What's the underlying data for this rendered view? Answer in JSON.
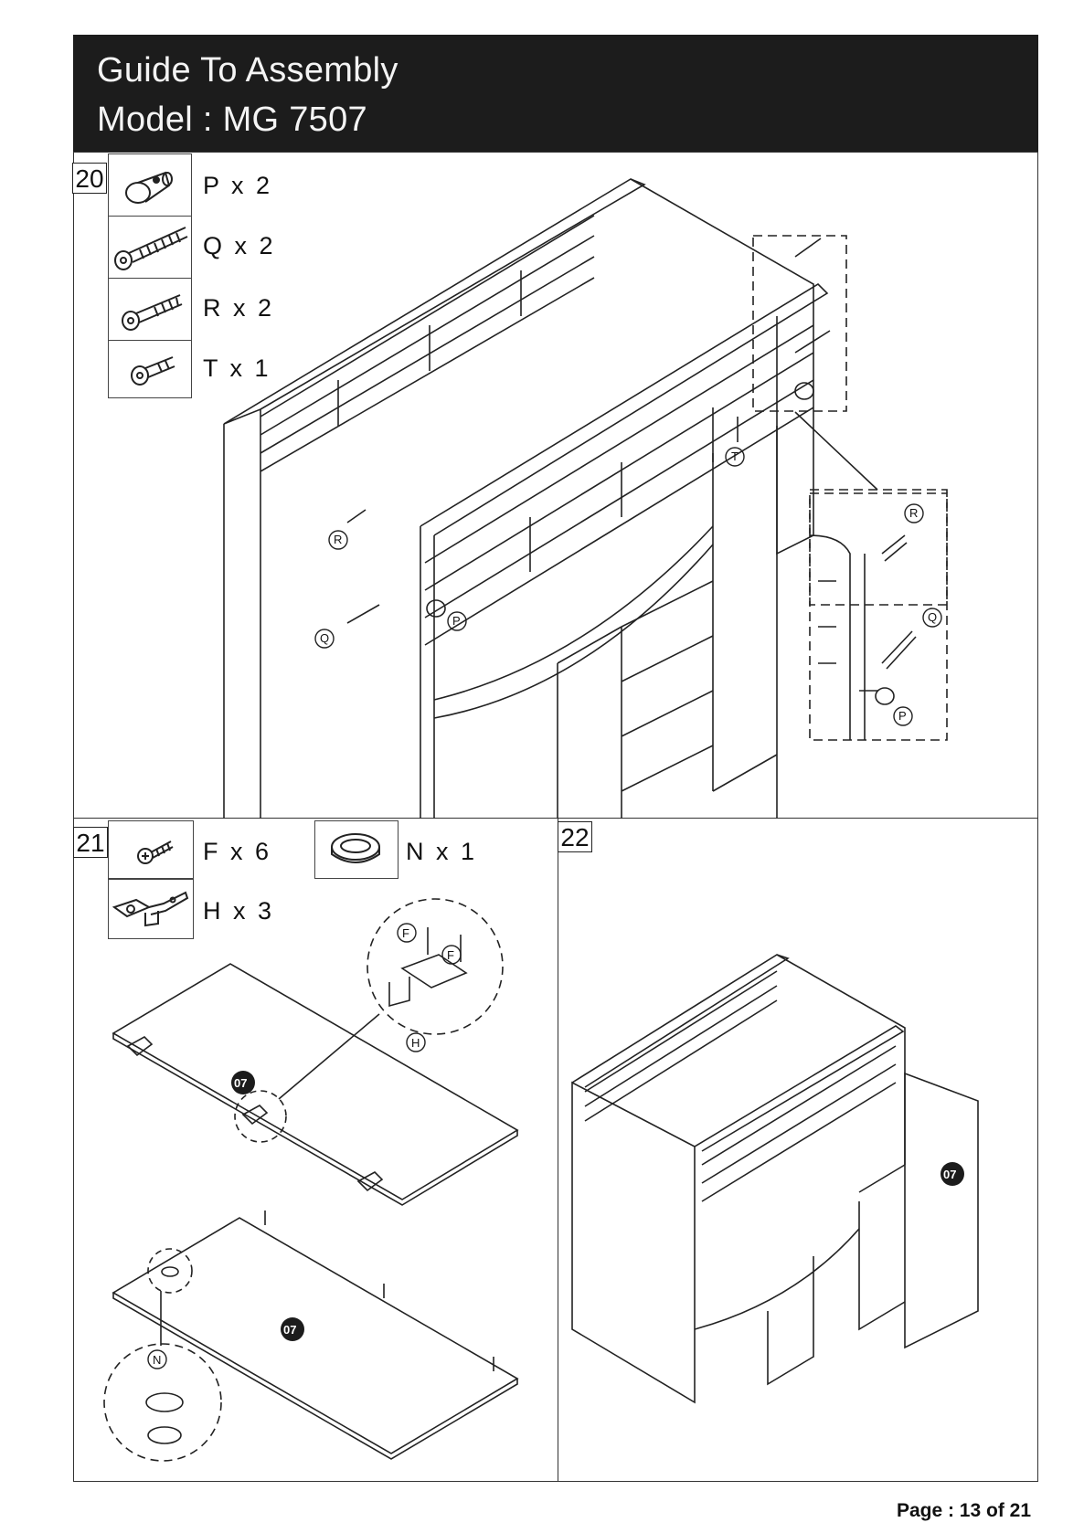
{
  "header": {
    "title_line1": "Guide To Assembly",
    "title_line2": "Model : MG 7507"
  },
  "steps": [
    {
      "number": "20",
      "parts": [
        {
          "label": "P x 2",
          "icon": "cam-dowel-icon"
        },
        {
          "label": "Q x 2",
          "icon": "long-bolt-icon"
        },
        {
          "label": "R x 2",
          "icon": "medium-bolt-icon"
        },
        {
          "label": "T x 1",
          "icon": "short-bolt-icon"
        }
      ],
      "callouts": [
        "R",
        "Q",
        "P",
        "T",
        "R",
        "Q",
        "P"
      ]
    },
    {
      "number": "21",
      "parts": [
        {
          "label": "F x 6",
          "icon": "screw-icon"
        },
        {
          "label": "H x 3",
          "icon": "hinge-icon"
        },
        {
          "label": "N x 1",
          "icon": "grommet-icon"
        }
      ],
      "panel_marker": "07",
      "callouts": [
        "F",
        "F",
        "H",
        "N"
      ]
    },
    {
      "number": "22",
      "panel_marker": "07"
    }
  ],
  "footer": {
    "page": "Page : 13 of 21"
  }
}
